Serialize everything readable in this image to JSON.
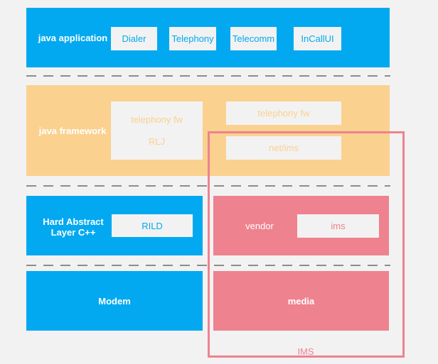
{
  "colors": {
    "blue": "#03a9f0",
    "orange": "#fad18f",
    "pink": "#ee828f",
    "background": "#f2f2f2"
  },
  "layers": {
    "app": {
      "label": "java application",
      "boxes": [
        "Dialer",
        "Telephony",
        "Telecomm",
        "InCallUI"
      ]
    },
    "framework": {
      "label": "java framework",
      "telephony_fw_left": "telephony fw",
      "rlj": "RLJ",
      "telephony_fw_right": "telephony fw",
      "net_ims": "net/ims"
    },
    "hal": {
      "label_line1": "Hard Abstract",
      "label_line2": "Layer C++",
      "rild": "RILD"
    },
    "vendor": {
      "label": "vendor",
      "ims": "ims"
    },
    "modem": {
      "label": "Modem"
    },
    "media": {
      "label": "media"
    }
  },
  "ims_group": {
    "label": "IMS"
  }
}
